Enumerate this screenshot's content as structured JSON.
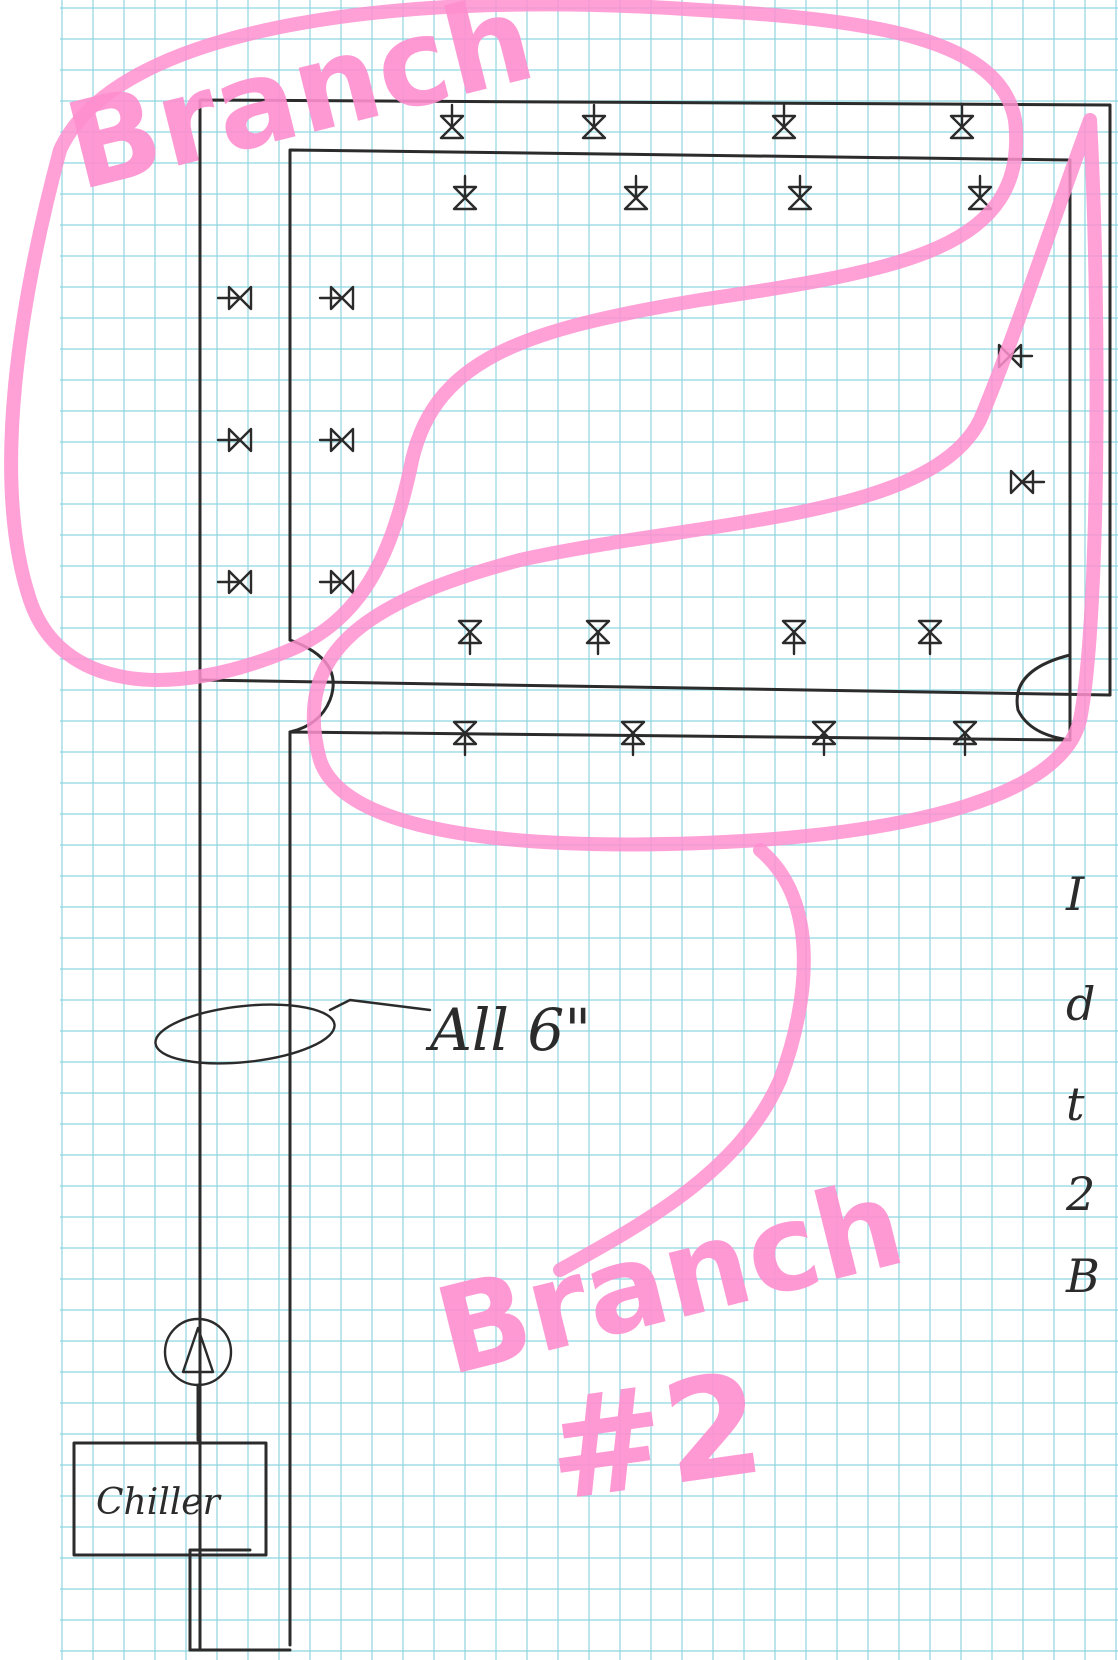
{
  "labels": {
    "chiller": "Chiller",
    "pipe_size_note": "All 6\"",
    "branch_1_marker": "Branch",
    "branch_2_marker_word": "Branch",
    "branch_2_marker_number": "#2",
    "margin_note_fragments": [
      "I",
      "d",
      "t",
      "2",
      "B"
    ]
  },
  "colors": {
    "grid": "#8fd6e0",
    "pen": "#2b2b2b",
    "highlighter": "#ff8fd0"
  }
}
